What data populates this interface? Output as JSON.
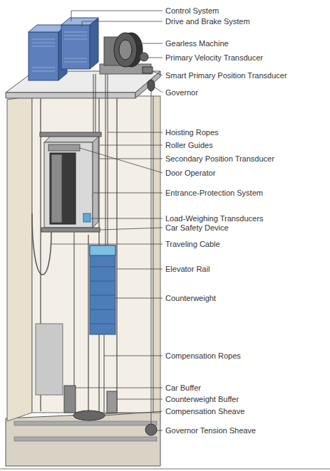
{
  "diagram": {
    "labels": [
      "Control System",
      "Drive and Brake System",
      "Gearless Machine",
      "Primary Velocity Transducer",
      "Smart Primary Position Transducer",
      "Governor",
      "Hoisting Ropes",
      "Roller Guides",
      "Secondary Position Transducer",
      "Door Operator",
      "Entrance-Protection System",
      "Load-Weighing Transducers",
      "Car Safety Device",
      "Traveling Cable",
      "Elevator Rail",
      "Counterweight",
      "Compensation Ropes",
      "Car Buffer",
      "Counterweight Buffer",
      "Compensation Sheave",
      "Governor Tension Sheave"
    ]
  }
}
